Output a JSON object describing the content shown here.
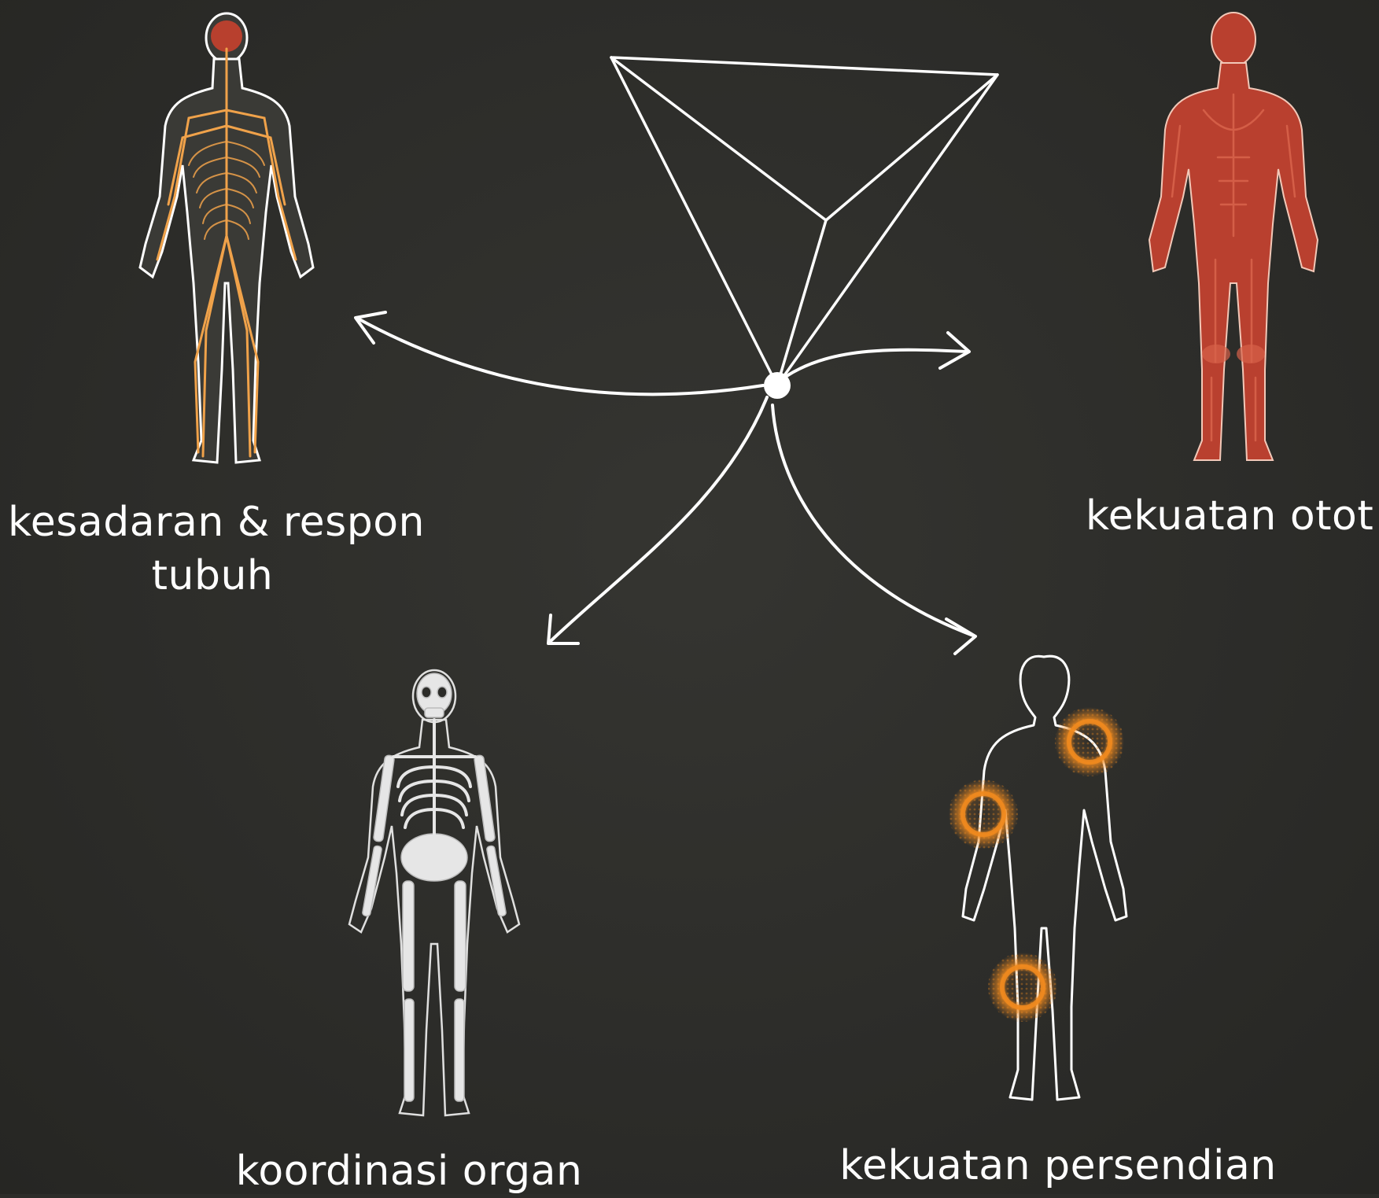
{
  "labels": {
    "nervous": [
      "kesadaran & respon",
      "tubuh"
    ],
    "muscle": "kekuatan otot",
    "skeleton": "koordinasi organ",
    "joints": "kekuatan persendian"
  },
  "icons": {
    "nervous": "nervous-system-figure",
    "muscle": "muscular-system-figure",
    "skeleton": "skeleton-figure",
    "joints": "body-outline-joints-figure",
    "center": "triangle-pyramid-icon"
  },
  "colors": {
    "background": "#2c2c29",
    "line": "#ffffff",
    "nerve": "#f0a24a",
    "brain": "#b8402e",
    "muscle": "#b9402f",
    "muscle_highlight": "#d8624a",
    "bone": "#e6e6e6",
    "joint_glow": "#f08a1e"
  }
}
